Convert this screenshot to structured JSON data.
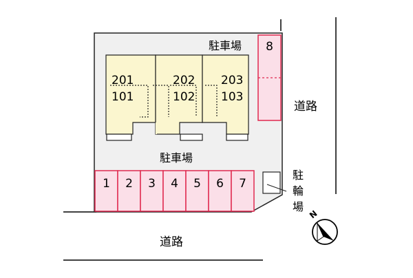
{
  "labels": {
    "parking_top": "駐車場",
    "parking_middle": "駐車場",
    "road_right": "道路",
    "road_bottom": "道路",
    "bicycle_parking": [
      "駐",
      "輪",
      "場"
    ],
    "north": "N"
  },
  "units": [
    {
      "upper": "201",
      "lower": "101"
    },
    {
      "upper": "202",
      "lower": "102"
    },
    {
      "upper": "203",
      "lower": "103"
    }
  ],
  "parking_spaces": [
    "1",
    "2",
    "3",
    "4",
    "5",
    "6",
    "7"
  ],
  "parking_space_top": "8",
  "colors": {
    "lot_fill": "#f0f0f0",
    "building_fill": "#fbf6cf",
    "parking_fill": "#fbdfe8",
    "parking_stroke": "#e0294f",
    "outline": "#222222"
  }
}
